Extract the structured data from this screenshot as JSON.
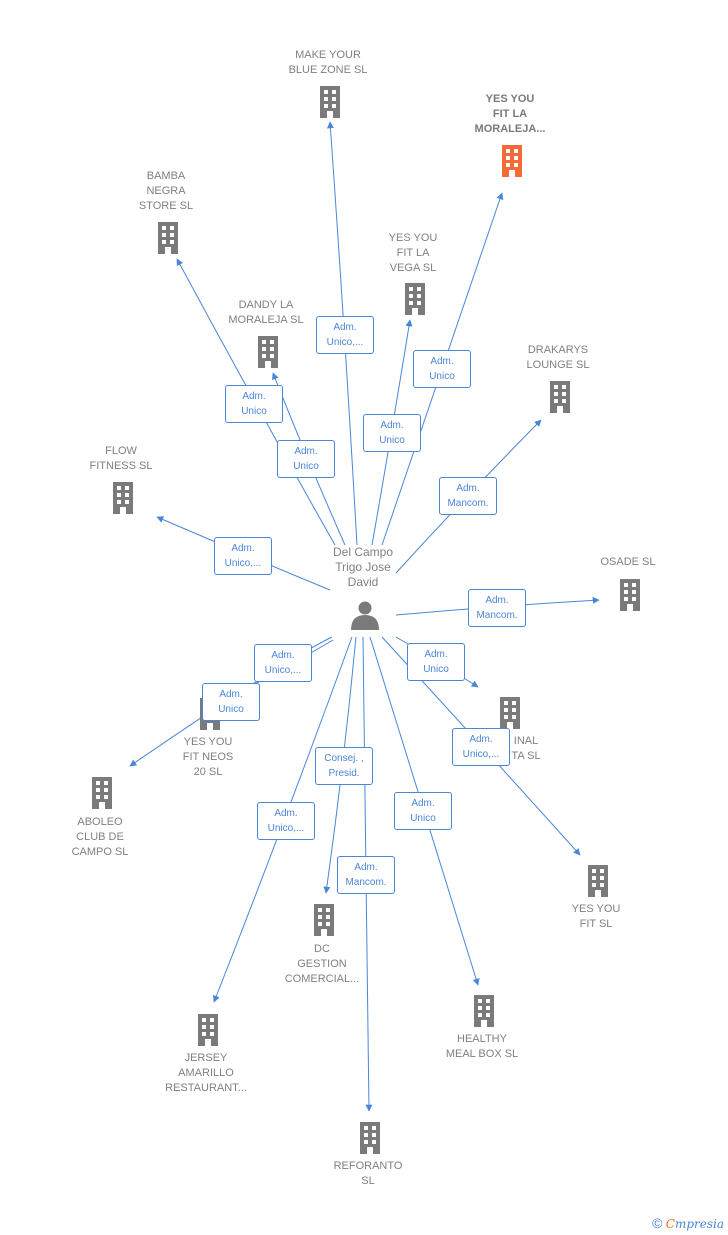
{
  "colors": {
    "edge": "#4a86d8",
    "company": "#7a7a7a",
    "highlight": "#f26b38",
    "person": "#7a7a7a"
  },
  "center": {
    "label": "Del Campo\nTrigo Jose\nDavid",
    "icon": "person-icon"
  },
  "companies": [
    {
      "id": "make-your-blue-zone",
      "label": "MAKE YOUR\nBLUE ZONE  SL"
    },
    {
      "id": "yes-you-fit-la-moraleja",
      "label": "YES YOU\nFIT LA\nMORALEJA...",
      "highlight": true
    },
    {
      "id": "bamba-negra-store",
      "label": "BAMBA\nNEGRA\nSTORE  SL"
    },
    {
      "id": "yes-you-fit-la-vega",
      "label": "YES YOU\nFIT LA\nVEGA  SL"
    },
    {
      "id": "dandy-la-moraleja",
      "label": "DANDY LA\nMORALEJA  SL"
    },
    {
      "id": "drakarys-lounge",
      "label": "DRAKARYS\nLOUNGE  SL"
    },
    {
      "id": "flow-fitness",
      "label": "FLOW\nFITNESS  SL"
    },
    {
      "id": "osade",
      "label": "OSADE SL"
    },
    {
      "id": "yes-you-fit-neos-20",
      "label": "YES YOU\nFIT NEOS\n20  SL"
    },
    {
      "id": "aboleo-club-de-campo",
      "label": "ABOLEO\nCLUB DE\nCAMPO  SL"
    },
    {
      "id": "original-fiesta",
      "label": "INAL\nTA  SL"
    },
    {
      "id": "yes-you-fit",
      "label": "YES YOU\nFIT  SL"
    },
    {
      "id": "dc-gestion-comercial",
      "label": "DC\nGESTION\nCOMERCIAL..."
    },
    {
      "id": "healthy-meal-box",
      "label": "HEALTHY\nMEAL BOX  SL"
    },
    {
      "id": "jersey-amarillo-restaurant",
      "label": "JERSEY\nAMARILLO\nRESTAURANT..."
    },
    {
      "id": "reforanto",
      "label": "REFORANTO\nSL"
    }
  ],
  "relations": [
    {
      "target": "make-your-blue-zone",
      "label": "Adm.\nUnico,..."
    },
    {
      "target": "yes-you-fit-la-moraleja",
      "label": "Adm.\nUnico"
    },
    {
      "target": "bamba-negra-store",
      "label": "Adm.\nUnico"
    },
    {
      "target": "yes-you-fit-la-vega",
      "label": "Adm.\nUnico"
    },
    {
      "target": "dandy-la-moraleja",
      "label": "Adm.\nUnico"
    },
    {
      "target": "drakarys-lounge",
      "label": "Adm.\nMancom."
    },
    {
      "target": "flow-fitness",
      "label": "Adm.\nUnico,..."
    },
    {
      "target": "osade",
      "label": "Adm.\nMancom."
    },
    {
      "target": "aboleo-club-de-campo",
      "label": "Adm.\nUnico,..."
    },
    {
      "target": "yes-you-fit-neos-20",
      "label": "Adm.\nUnico"
    },
    {
      "target": "original-fiesta",
      "label": "Adm.\nUnico"
    },
    {
      "target": "yes-you-fit",
      "label": "Adm.\nUnico,..."
    },
    {
      "target": "dc-gestion-comercial",
      "label": "Consej. ,\nPresid."
    },
    {
      "target": "jersey-amarillo-restaurant",
      "label": "Adm.\nUnico,..."
    },
    {
      "target": "healthy-meal-box",
      "label": "Adm.\nUnico"
    },
    {
      "target": "reforanto",
      "label": "Adm.\nMancom."
    }
  ],
  "footer": {
    "copyright": "©",
    "brand_first": "C",
    "brand_rest": "mpresia"
  }
}
